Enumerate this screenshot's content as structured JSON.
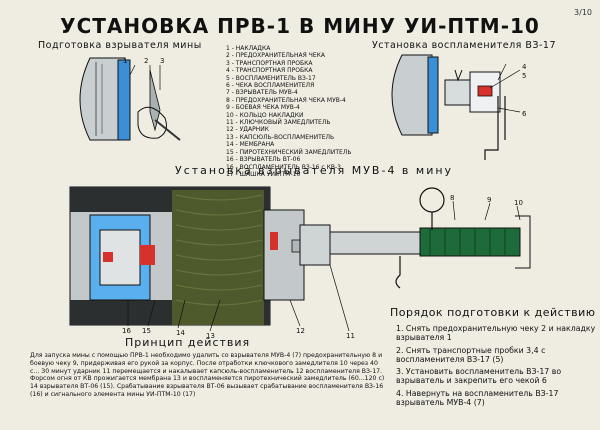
{
  "title": "УСТАНОВКА ПРВ-1 В МИНУ УИ-ПТМ-10",
  "sheet_number": "3/10",
  "subtitle_left": "Подготовка взрывателя мины",
  "subtitle_right": "Установка воспламенителя ВЗ-17",
  "subtitle_main": "Установка взрывателя МУВ-4 в мину",
  "legend": [
    "1 - НАКЛАДКА",
    "2 - ПРЕДОХРАНИТЕЛЬНАЯ ЧЕКА",
    "3 - ТРАНСПОРТНАЯ ПРОБКА",
    "4 - ТРАНСПОРТНАЯ ПРОБКА",
    "5 - ВОСПЛАМЕНИТЕЛЬ ВЗ-17",
    "6 - ЧЕКА ВОСПЛАМЕНИТЕЛЯ",
    "7 - ВЗРЫВАТЕЛЬ МУВ-4",
    "8 - ПРЕДОХРАНИТЕЛЬНАЯ ЧЕКА МУВ-4",
    "9 - БОЕВАЯ ЧЕКА МУВ-4",
    "10 - КОЛЬЦО НАКЛАДКИ",
    "11 - КЛЮЧКОВЫЙ ЗАМЕДЛИТЕЛЬ",
    "12 - УДАРНИК",
    "13 - КАПСЮЛЬ-ВОСПЛАМЕНИТЕЛЬ",
    "14 - МЕМБРАНА",
    "15 - ПИРОТЕХНИЧЕСКИЙ ЗАМЕДЛИТЕЛЬ",
    "16 - ВЗРЫВАТЕЛЬ ВТ-06",
    "16 - ВОСПЛАМЕНИТЕЛЬ ВЗ-16 с КВ-3",
    "17 - ШАШКА УИ-ПТМ-10"
  ],
  "callouts_top_left": [
    "1",
    "2",
    "3"
  ],
  "callouts_top_right": [
    "4",
    "5",
    "6"
  ],
  "callouts_main_top": [
    "8",
    "9",
    "10"
  ],
  "callouts_main_bottom": [
    "16",
    "15",
    "14",
    "13",
    "12",
    "11"
  ],
  "principle_title": "Принцип действия",
  "principle_text": "Для запуска мины с помощью ПРВ-1 необходимо удалить со взрывателя МУВ-4 (7) предохранительную 8 и боевую чеку 9, придерживая его рукой за корпус. После отработки ключкового замедлителя 10 через 40 с... 30 минут ударник 11 перемещается и накалывает капсюль-воспламенитель 12 воспламенителя ВЗ-17. Форсом огня от КВ прожигается мембрана 13 и воспламеняется пиротехнический замедлитель (60...120 с) 14 взрывателя ВТ-06 (15). Срабатывание взрывателя ВТ-06 вызывает срабатывание воспламенителя ВЗ-16 (16) и сигнального элемента мины УИ-ПТМ-10 (17)",
  "procedure_title": "Порядок подготовки к действию",
  "steps": [
    "1. Снять предохранительную чеку 2 и накладку взрывателя 1",
    "2. Снять транспортные пробки 3,4 с воспламенителя ВЗ-17   (5)",
    "3. Установить воспламенитель ВЗ-17 во взрыватель и закрепить его чекой 6",
    "4. Навернуть на воспламенитель ВЗ-17 взрыватель   МУВ-4   (7)"
  ],
  "colors": {
    "background": "#efece2",
    "metal_gray": "#9aa3a6",
    "dark": "#111111",
    "accent_blue": "#2f7fc9",
    "charge_green": "#4f5a2c",
    "red": "#d6322b",
    "detonator_green": "#1e6b3a"
  }
}
